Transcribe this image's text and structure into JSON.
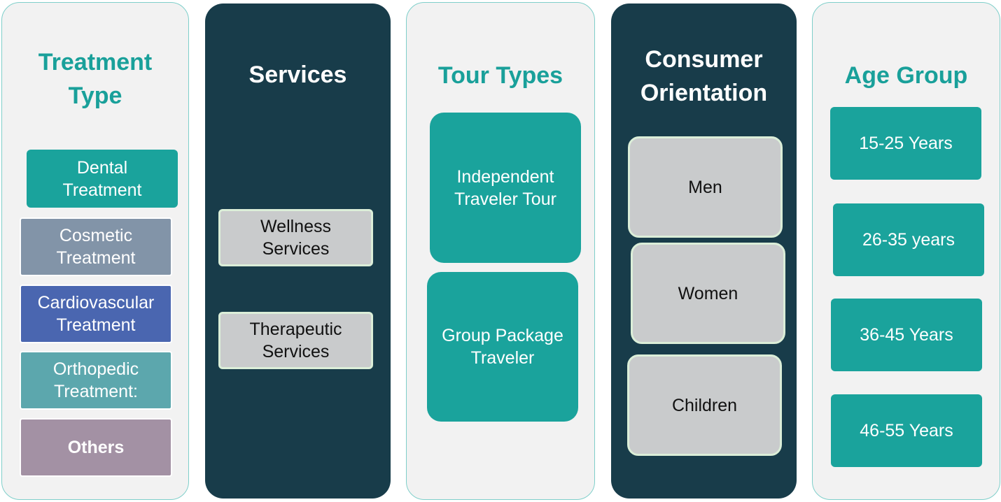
{
  "columns": {
    "treatment_type": {
      "heading": "Treatment\nType",
      "items": [
        {
          "label": "Dental\nTreatment",
          "color": "#1aa39c"
        },
        {
          "label": "Cosmetic\nTreatment",
          "color": "#8294a8"
        },
        {
          "label": "Cardiovascular\nTreatment",
          "color": "#4a66b0"
        },
        {
          "label": "Orthopedic\nTreatment:",
          "color": "#5ca7ad"
        },
        {
          "label": "Others",
          "color": "#a391a4"
        }
      ]
    },
    "services": {
      "heading": "Services",
      "items": [
        {
          "label": "Wellness\nServices"
        },
        {
          "label": "Therapeutic\nServices"
        }
      ]
    },
    "tour_types": {
      "heading": "Tour Types",
      "items": [
        {
          "label": "Independent\nTraveler Tour"
        },
        {
          "label": "Group Package\nTraveler"
        }
      ]
    },
    "consumer_orientation": {
      "heading": "Consumer\nOrientation",
      "items": [
        {
          "label": "Men"
        },
        {
          "label": "Women"
        },
        {
          "label": "Children"
        }
      ]
    },
    "age_group": {
      "heading": "Age Group",
      "items": [
        {
          "label": "15-25 Years"
        },
        {
          "label": "26-35 years"
        },
        {
          "label": "36-45 Years"
        },
        {
          "label": "46-55 Years"
        }
      ]
    }
  },
  "colors": {
    "teal": "#1aa39c",
    "dark_panel": "#183c4a",
    "light_panel": "#f2f2f2",
    "grey_box": "#c9cbcc"
  }
}
